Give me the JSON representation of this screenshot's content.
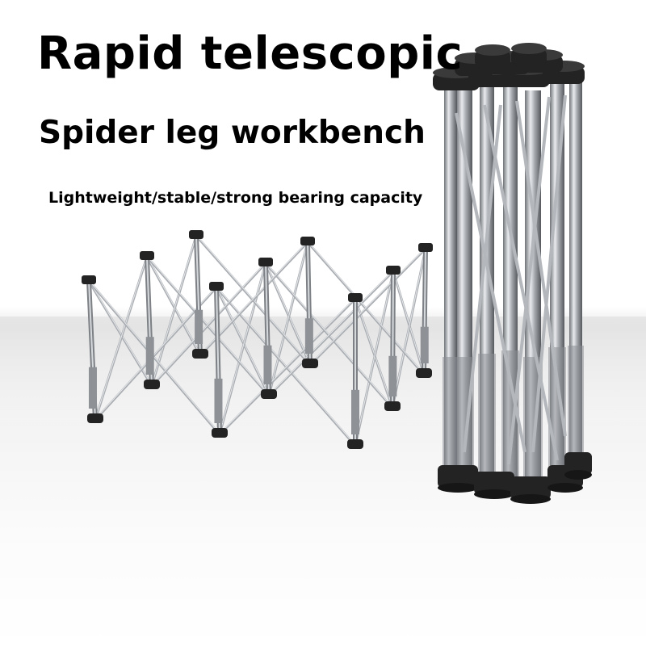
{
  "headline": "Rapid telescopic",
  "subhead": "Spider leg workbench",
  "tagline": "Lightweight/stable/strong bearing capacity",
  "colors": {
    "text": "#000000",
    "metal": "#b9bcc0",
    "metal_dark": "#7d8186",
    "cap": "#232323",
    "floor": "#ececec"
  }
}
